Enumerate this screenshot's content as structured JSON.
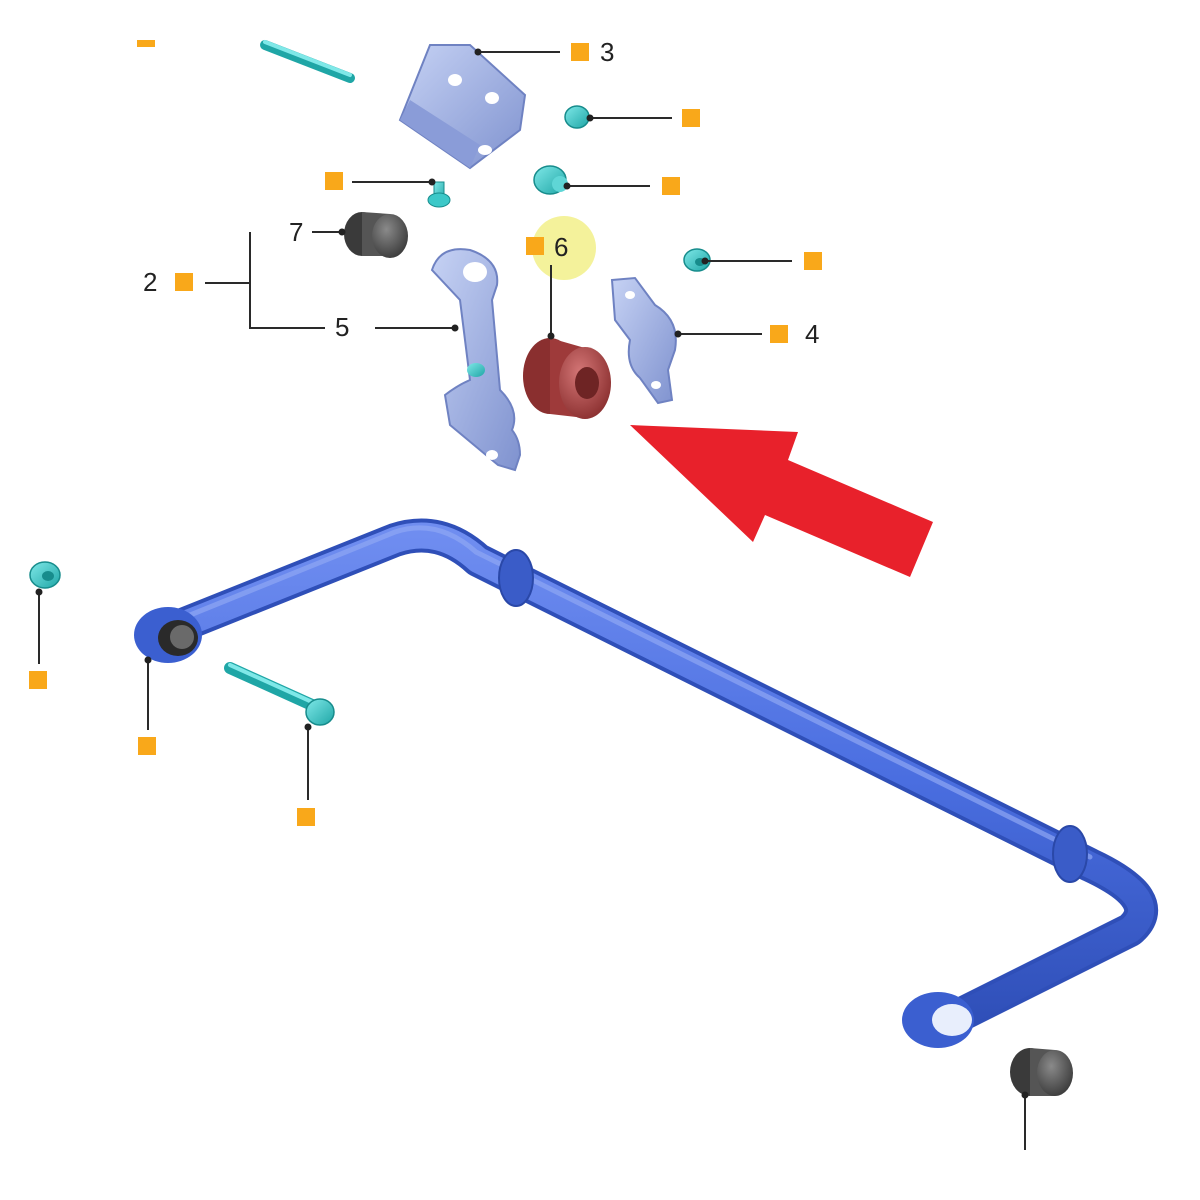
{
  "callouts": {
    "c2": "2",
    "c3": "3",
    "c4": "4",
    "c5": "5",
    "c6": "6",
    "c7": "7"
  },
  "colors": {
    "marker": "#f9a81a",
    "arrow": "#e8212b",
    "stabilizer_bar": "#4a6ee0",
    "bracket": "#9fb1e6",
    "hardware": "#3cc8c8",
    "bushing_highlight": "#b85050",
    "bushing_dark": "#555555",
    "highlight_circle": "#f2f08a"
  },
  "icons": {
    "marker": "square-marker-icon",
    "arrow": "red-pointer-arrow-icon"
  }
}
